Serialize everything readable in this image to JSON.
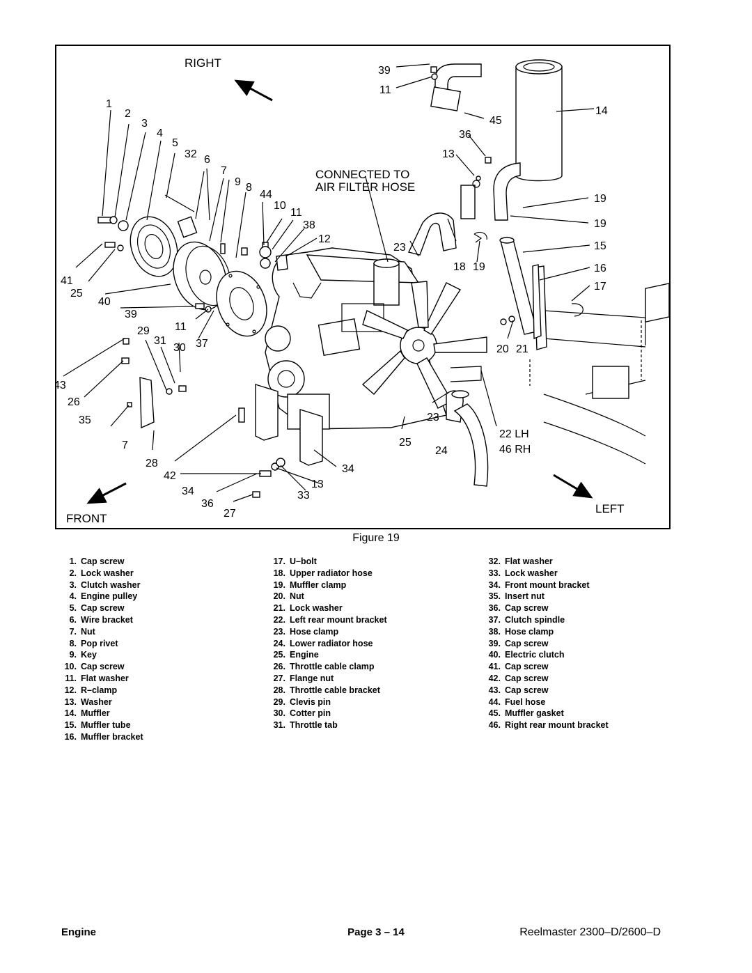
{
  "figure": {
    "caption": "Figure 19",
    "direction_labels": {
      "right": "RIGHT",
      "left": "LEFT",
      "front": "FRONT"
    },
    "note": [
      "CONNECTED TO",
      "AIR FILTER HOSE"
    ],
    "callouts": [
      "1",
      "2",
      "3",
      "4",
      "5",
      "32",
      "6",
      "7",
      "9",
      "8",
      "44",
      "10",
      "11",
      "38",
      "12",
      "41",
      "25",
      "40",
      "39",
      "11",
      "29",
      "31",
      "30",
      "37",
      "43",
      "26",
      "35",
      "7",
      "28",
      "42",
      "34",
      "36",
      "27",
      "33",
      "13",
      "34",
      "39",
      "11",
      "45",
      "14",
      "36",
      "13",
      "19",
      "19",
      "23",
      "18",
      "19",
      "15",
      "16",
      "17",
      "20",
      "21",
      "23",
      "25",
      "24",
      "22 LH",
      "46 RH"
    ]
  },
  "legend": [
    {
      "num": "1.",
      "label": "Cap screw"
    },
    {
      "num": "2.",
      "label": "Lock washer"
    },
    {
      "num": "3.",
      "label": "Clutch washer"
    },
    {
      "num": "4.",
      "label": "Engine pulley"
    },
    {
      "num": "5.",
      "label": "Cap screw"
    },
    {
      "num": "6.",
      "label": "Wire bracket"
    },
    {
      "num": "7.",
      "label": "Nut"
    },
    {
      "num": "8.",
      "label": "Pop rivet"
    },
    {
      "num": "9.",
      "label": "Key"
    },
    {
      "num": "10.",
      "label": "Cap screw"
    },
    {
      "num": "11.",
      "label": "Flat washer"
    },
    {
      "num": "12.",
      "label": "R–clamp"
    },
    {
      "num": "13.",
      "label": "Washer"
    },
    {
      "num": "14.",
      "label": "Muffler"
    },
    {
      "num": "15.",
      "label": "Muffler tube"
    },
    {
      "num": "16.",
      "label": "Muffler bracket"
    },
    {
      "num": "17.",
      "label": "U–bolt"
    },
    {
      "num": "18.",
      "label": "Upper radiator hose"
    },
    {
      "num": "19.",
      "label": "Muffler clamp"
    },
    {
      "num": "20.",
      "label": "Nut"
    },
    {
      "num": "21.",
      "label": "Lock washer"
    },
    {
      "num": "22.",
      "label": "Left rear mount bracket"
    },
    {
      "num": "23.",
      "label": "Hose clamp"
    },
    {
      "num": "24.",
      "label": "Lower radiator hose"
    },
    {
      "num": "25.",
      "label": "Engine"
    },
    {
      "num": "26.",
      "label": "Throttle cable clamp"
    },
    {
      "num": "27.",
      "label": "Flange nut"
    },
    {
      "num": "28.",
      "label": "Throttle cable bracket"
    },
    {
      "num": "29.",
      "label": "Clevis pin"
    },
    {
      "num": "30.",
      "label": "Cotter pin"
    },
    {
      "num": "31.",
      "label": "Throttle tab"
    },
    {
      "num": "32.",
      "label": "Flat washer"
    },
    {
      "num": "33.",
      "label": "Lock washer"
    },
    {
      "num": "34.",
      "label": "Front mount bracket"
    },
    {
      "num": "35.",
      "label": "Insert nut"
    },
    {
      "num": "36.",
      "label": "Cap screw"
    },
    {
      "num": "37.",
      "label": "Clutch spindle"
    },
    {
      "num": "38.",
      "label": "Hose clamp"
    },
    {
      "num": "39.",
      "label": "Cap screw"
    },
    {
      "num": "40.",
      "label": "Electric clutch"
    },
    {
      "num": "41.",
      "label": "Cap screw"
    },
    {
      "num": "42.",
      "label": "Cap screw"
    },
    {
      "num": "43.",
      "label": "Cap screw"
    },
    {
      "num": "44.",
      "label": "Fuel hose"
    },
    {
      "num": "45.",
      "label": "Muffler gasket"
    },
    {
      "num": "46.",
      "label": "Right rear mount bracket"
    }
  ],
  "footer": {
    "section": "Engine",
    "page": "Page 3 – 14",
    "product": "Reelmaster 2300–D/2600–D"
  }
}
